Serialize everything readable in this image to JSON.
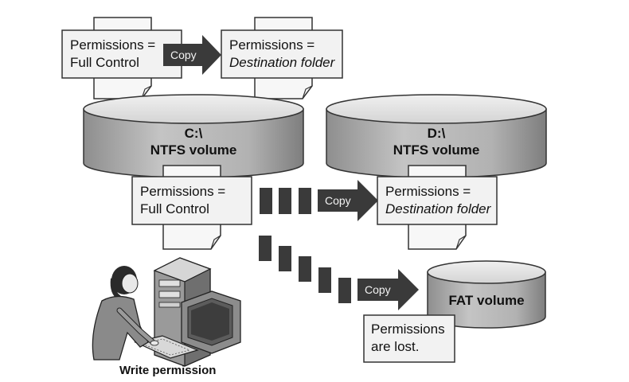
{
  "copy_label": "Copy",
  "top_left_box": {
    "line1": "Permissions =",
    "line2": "Full Control"
  },
  "top_right_box": {
    "line1": "Permissions =",
    "line2": "Destination folder"
  },
  "c_volume": {
    "line1": "C:\\",
    "line2": "NTFS volume"
  },
  "d_volume": {
    "line1": "D:\\",
    "line2": "NTFS volume"
  },
  "middle_left_box": {
    "line1": "Permissions =",
    "line2": "Full Control"
  },
  "middle_right_box": {
    "line1": "Permissions =",
    "line2": "Destination folder"
  },
  "fat_volume": {
    "label": "FAT volume"
  },
  "lost_box": {
    "line1": "Permissions",
    "line2": "are lost."
  },
  "user": {
    "label": "Write permission"
  },
  "colors": {
    "arrow": "#3a3a3a",
    "cylinder_side": "#b5b5b5",
    "cylinder_top": "#e2e2e2",
    "box_fill": "#f2f2f2"
  }
}
